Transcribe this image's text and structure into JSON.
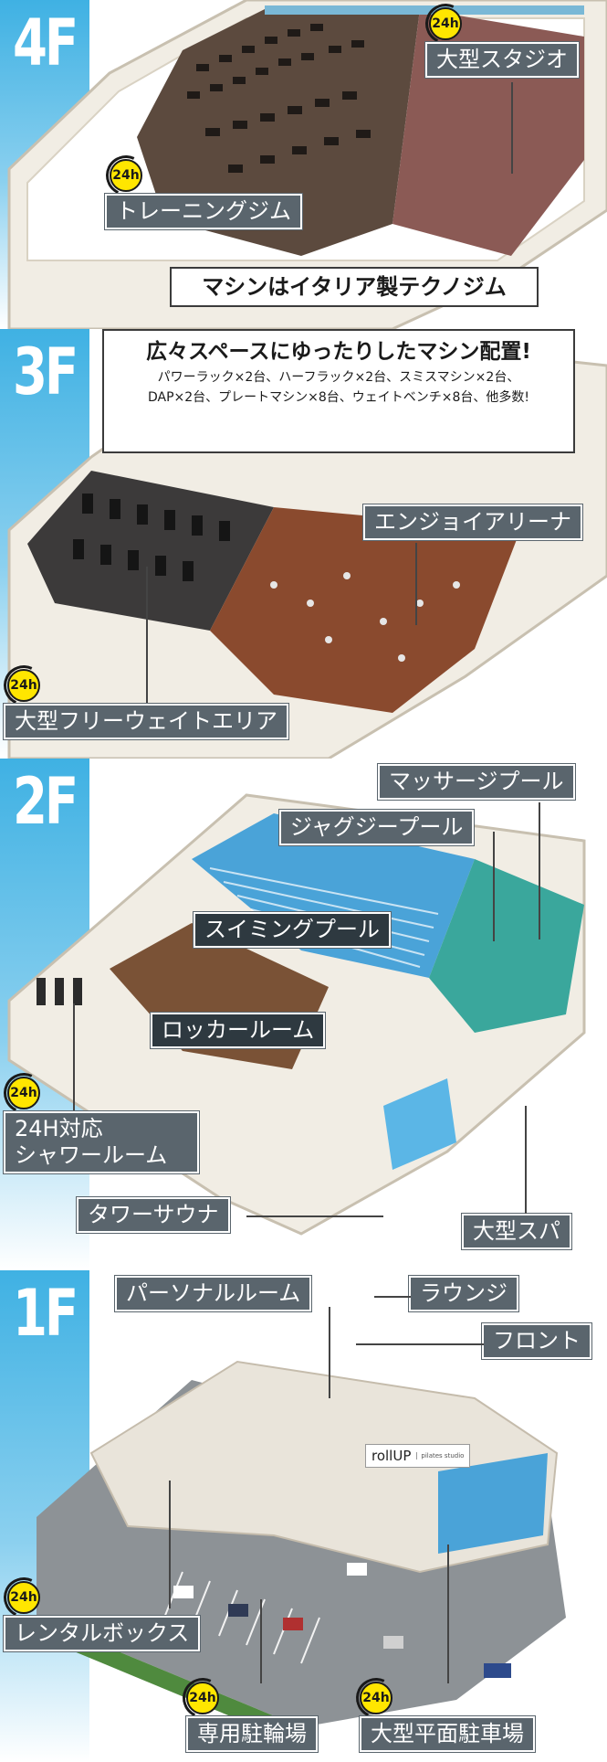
{
  "badge_text": "24h",
  "floors": {
    "f4": {
      "name": "4F",
      "labels": {
        "studio": "大型スタジオ",
        "gym": "トレーニングジム"
      },
      "callout": "マシンはイタリア製テクノジム"
    },
    "f3": {
      "name": "3F",
      "callout_title": "広々スペースにゆったりしたマシン配置!",
      "callout_line1": "パワーラック×2台、ハーフラック×2台、スミスマシン×2台、",
      "callout_line2": "DAP×2台、プレートマシン×8台、ウェイトベンチ×8台、他多数!",
      "labels": {
        "enjoy_arena": "エンジョイアリーナ",
        "free_weight": "大型フリーウェイトエリア"
      }
    },
    "f2": {
      "name": "2F",
      "labels": {
        "massage_pool": "マッサージプール",
        "jacuzzi": "ジャグジープール",
        "swimming_pool": "スイミングプール",
        "locker_room": "ロッカールーム",
        "shower_line1": "24H対応",
        "shower_line2": "シャワールーム",
        "tower_sauna": "タワーサウナ",
        "spa": "大型スパ"
      }
    },
    "f1": {
      "name": "1F",
      "labels": {
        "personal_room": "パーソナルルーム",
        "lounge": "ラウンジ",
        "front": "フロント",
        "rental_box": "レンタルボックス",
        "bicycle": "専用駐輪場",
        "parking": "大型平面駐車場"
      },
      "logo_main": "rollUP",
      "logo_sub": "pilates studio"
    }
  },
  "colors": {
    "label_bg": "#5a656d",
    "badge_yellow": "#ffe600",
    "floor_tab_blue": "#3fb1e3",
    "pool_blue": "#4aa3d8",
    "wood_floor": "#8a4a2e",
    "studio_floor": "#8b5a55"
  }
}
